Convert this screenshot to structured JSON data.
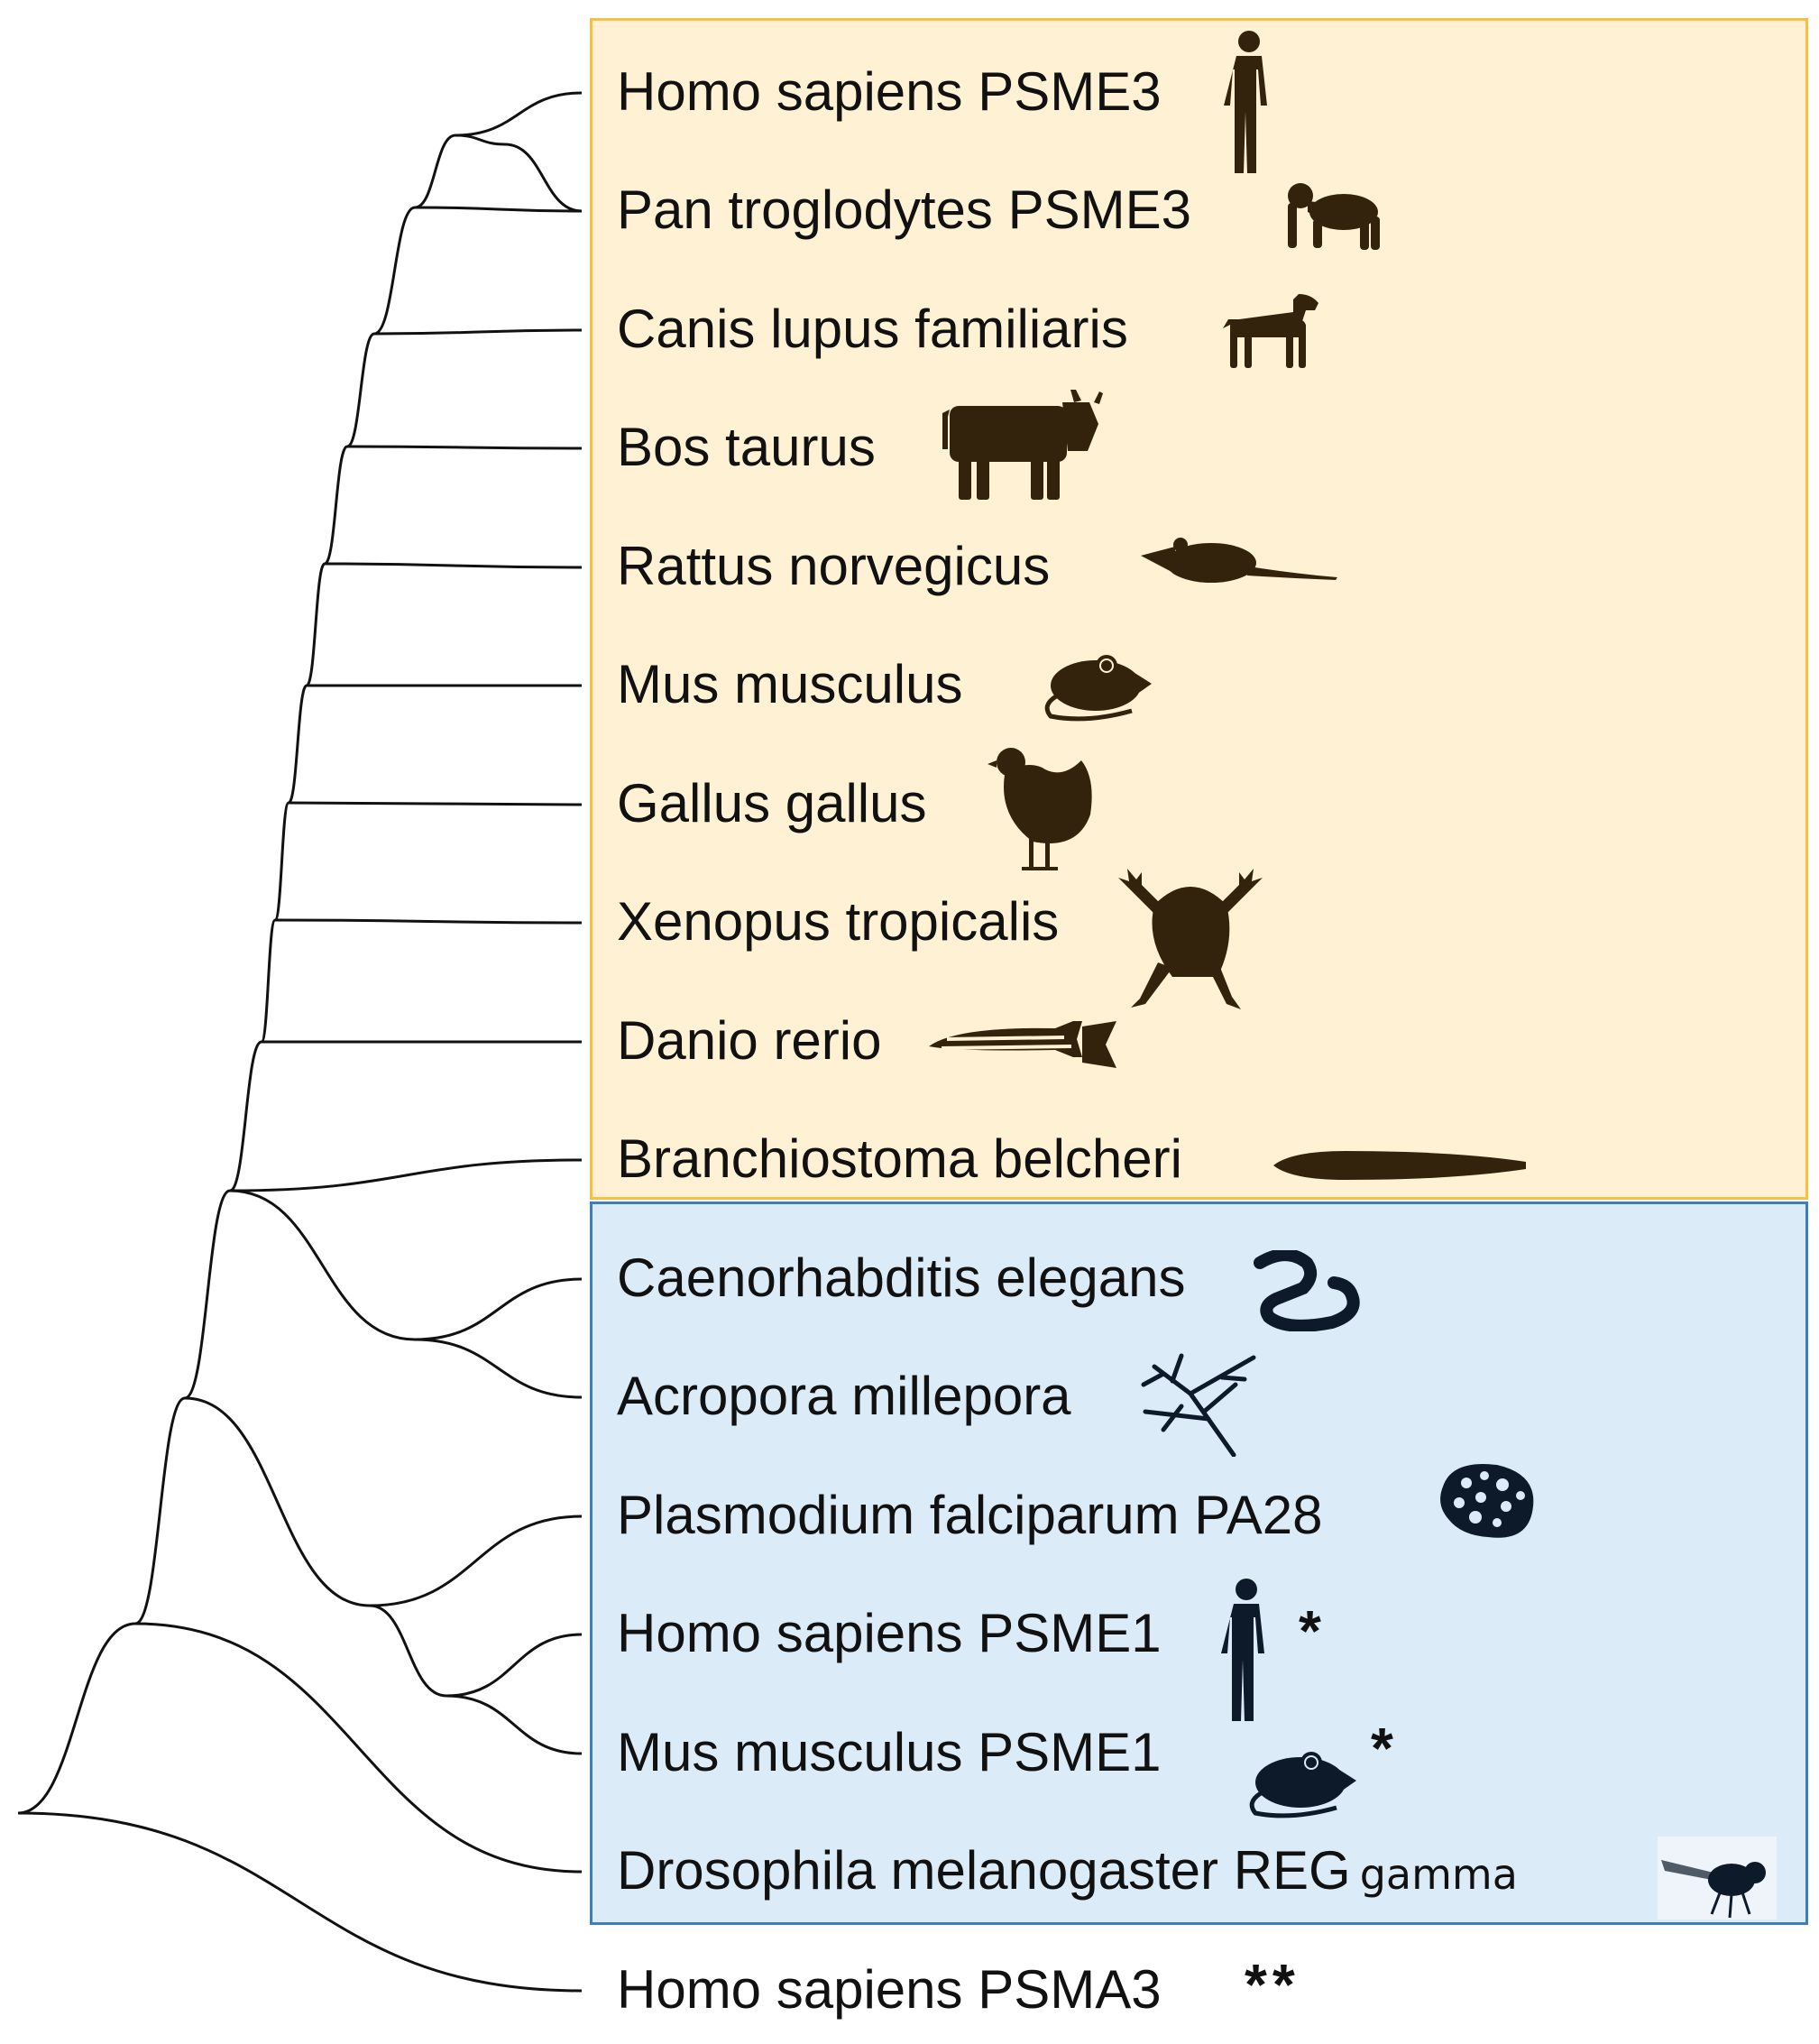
{
  "taxa": [
    {
      "label": "Homo sapiens PSME3",
      "icon": "human-icon",
      "group": "yellow"
    },
    {
      "label": "Pan troglodytes PSME3",
      "icon": "chimpanzee-icon",
      "group": "yellow"
    },
    {
      "label": "Canis lupus familiaris",
      "icon": "dog-icon",
      "group": "yellow"
    },
    {
      "label": "Bos taurus",
      "icon": "cow-icon",
      "group": "yellow"
    },
    {
      "label": "Rattus norvegicus",
      "icon": "rat-icon",
      "group": "yellow"
    },
    {
      "label": "Mus musculus",
      "icon": "mouse-icon",
      "group": "yellow"
    },
    {
      "label": "Gallus gallus",
      "icon": "chicken-icon",
      "group": "yellow"
    },
    {
      "label": "Xenopus tropicalis",
      "icon": "frog-icon",
      "group": "yellow"
    },
    {
      "label": "Danio rerio",
      "icon": "zebrafish-icon",
      "group": "yellow"
    },
    {
      "label": "Branchiostoma belcheri",
      "icon": "lancelet-icon",
      "group": "yellow"
    },
    {
      "label": "Caenorhabditis elegans",
      "icon": "worm-icon",
      "group": "blue"
    },
    {
      "label": "Acropora millepora",
      "icon": "coral-icon",
      "group": "blue"
    },
    {
      "label": "Plasmodium falciparum PA28",
      "icon": "plasmodium-icon",
      "group": "blue"
    },
    {
      "label": "Homo sapiens PSME1",
      "icon": "human-icon",
      "group": "blue",
      "mark": "*"
    },
    {
      "label": "Mus musculus PSME1",
      "icon": "mouse-icon",
      "group": "blue",
      "mark": "*"
    },
    {
      "label": "Drosophila melanogaster REG",
      "suffix": "gamma",
      "icon": "fruit-fly-icon",
      "group": "blue"
    },
    {
      "label": "Homo sapiens PSMA3",
      "mark": "**",
      "group": "none"
    }
  ],
  "colors": {
    "yellow_fill": "#fff2d4",
    "yellow_border": "#f6c142",
    "blue_fill": "#dcebf8",
    "blue_border": "#3d7fb6",
    "silhouette_yellow": "#33230d",
    "silhouette_blue": "#0d1a2a"
  }
}
